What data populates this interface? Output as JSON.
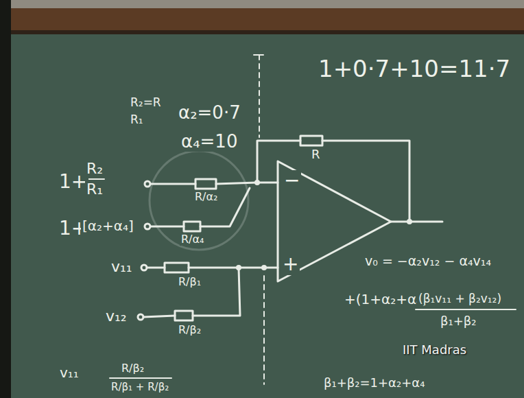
{
  "diagram": {
    "labels": [
      "1+0·7+10=11·7",
      "R₂=R",
      "R₁",
      "α₂=0·7",
      "α₄=10",
      "R",
      "1+",
      "R₂",
      "R₁",
      "1+",
      "[α₂+α₄]",
      "R/α₂",
      "R/α₄",
      "−",
      "+",
      "v₁₁",
      "v₁₂",
      "R/β₁",
      "R/β₂",
      "v₀ = −α₂v₁₂ − α₄v₁₄",
      "+(1+α₂+α₄)",
      "(β₁v₁₁ + β₂v₁₂)",
      "β₁+β₂",
      "β₁+β₂=1+α₂+α₄",
      "v₁₁",
      "R/β₂",
      "R/β₁ + R/β₂",
      "IIT Madras"
    ]
  }
}
